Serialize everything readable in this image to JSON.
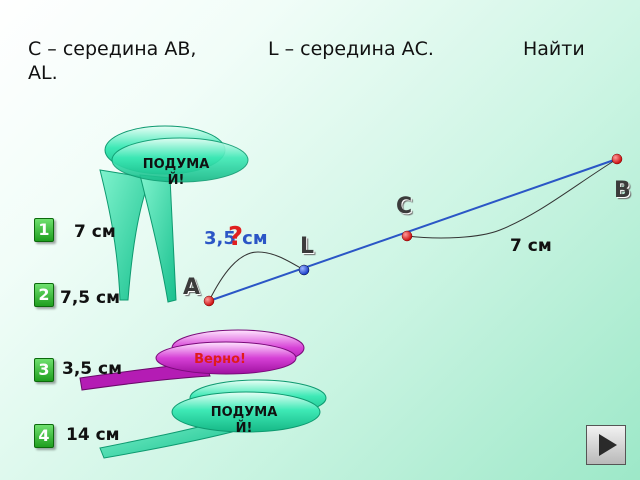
{
  "problem": {
    "part1": "С – середина АВ,",
    "part2": "L – середина АС.",
    "part3": "Найти",
    "part4": "AL."
  },
  "points": {
    "b": "B",
    "c": "C",
    "l": "L",
    "a": "A"
  },
  "figure": {
    "question": "?",
    "al_value": "3,5 см",
    "lc_value": "7 см"
  },
  "options": [
    {
      "number": "1",
      "text": "7 см"
    },
    {
      "number": "2",
      "text": "7,5 см"
    },
    {
      "number": "3",
      "text": "3,5 см"
    },
    {
      "number": "4",
      "text": "14 см"
    }
  ],
  "callouts": {
    "think_top": [
      "ПОДУМА",
      "Й!"
    ],
    "correct": "Верно!",
    "think_bottom": [
      "ПОДУМА",
      "Й!"
    ]
  },
  "colors": {
    "segment": "#2b56c6",
    "endpoint": "#e01b1b",
    "midpoint_l": "#1a3fe0",
    "value_blue": "#2b56c6",
    "question": "#e02020",
    "callout_green": "#2ae0a8",
    "callout_purple": "#c427c4",
    "correct_text": "#e01b1b"
  },
  "icons": {
    "nav": "play-right-icon"
  }
}
